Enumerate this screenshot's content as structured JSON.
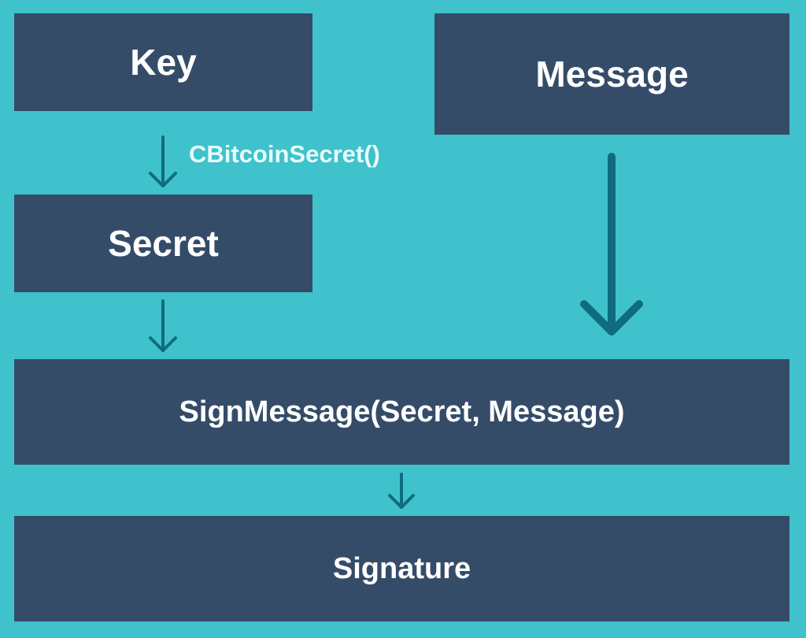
{
  "nodes": {
    "key": "Key",
    "message": "Message",
    "secret": "Secret",
    "sign_message": "SignMessage(Secret, Message)",
    "signature": "Signature"
  },
  "edges": {
    "key_to_secret_label": "CBitcoinSecret()"
  },
  "colors": {
    "background": "#3fc2cc",
    "box_fill": "#354c69",
    "box_text": "#ffffff",
    "arrow": "#0f6c80",
    "edge_label": "#e8fbfc"
  }
}
